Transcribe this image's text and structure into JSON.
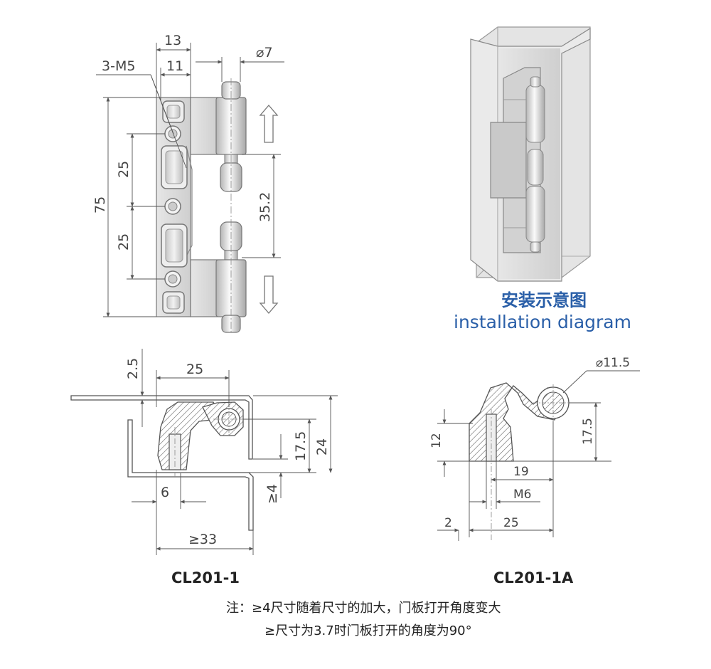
{
  "front_view": {
    "dims": {
      "d13": "13",
      "d11": "11",
      "phi7": "⌀7",
      "m5": "3-M5",
      "d75": "75",
      "d25a": "25",
      "d25b": "25",
      "d352": "35.2"
    }
  },
  "section_view_1": {
    "dims": {
      "d25": "25",
      "d25t": "2.5",
      "d175": "17.5",
      "d24": "24",
      "d4": "≥4",
      "d6": "6",
      "d33": "≥33"
    }
  },
  "section_view_1a": {
    "dims": {
      "phi115": "⌀11.5",
      "d12": "12",
      "d175": "17.5",
      "d19": "19",
      "m6": "M6",
      "d2": "2",
      "d25": "25"
    }
  },
  "installation": {
    "title_cn": "安装示意图",
    "title_en": "installation diagram"
  },
  "models": {
    "left": "CL201-1",
    "right": "CL201-1A"
  },
  "notes": {
    "line1": "注：≥4尺寸随着尺寸的加大，门板打开角度变大",
    "line2": "≥尺寸为3.7时门板打开的角度为90°"
  },
  "colors": {
    "line": "#555555",
    "accent": "#2a5fa8",
    "metal": "#d9d9d9"
  }
}
